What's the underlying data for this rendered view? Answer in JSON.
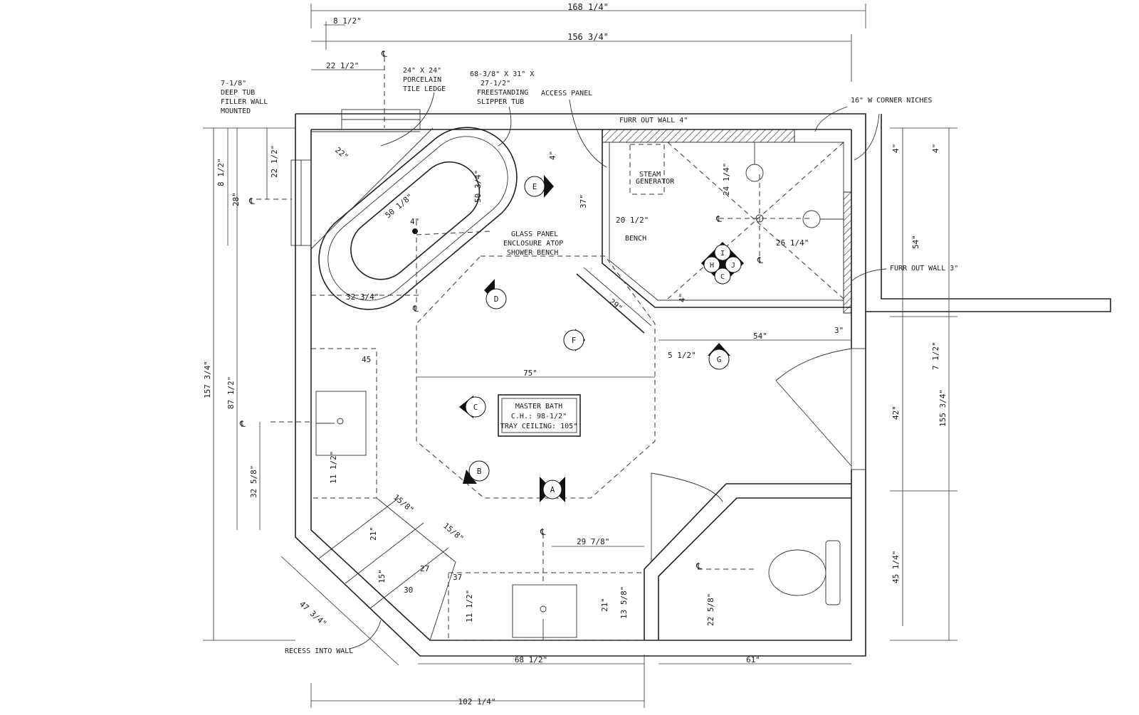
{
  "dimensions": {
    "top_overall": "168 1/4\"",
    "top_left_small": "8 1/2\"",
    "top_inner": "156 3/4\"",
    "top_tub_offset": "22 1/2\"",
    "left_tub_top": "8 1/2\"",
    "left_tub_28": "28\"",
    "left_tub_22": "22 1/2\"",
    "left_overall": "157 3/4\"",
    "left_mid": "87 1/2\"",
    "left_sink": "32 5/8\"",
    "tub_len": "50 1/8\"",
    "tub_width": "50 3/4\"",
    "tub_diag": "32 3/4\"",
    "tub_4": "4\"",
    "tub_angle_small": "22\"",
    "bench_width": "20 1/2\"",
    "bench_depth": "37\"",
    "shower_head_drop": "24 1/4\"",
    "shower_side": "26 1/4\"",
    "shower_4_top": "4\"",
    "glass_29": "29\"",
    "shower_54": "54\"",
    "shower_3": "3\"",
    "door_5": "5 1/2\"",
    "center_75": "75\"",
    "right_overall": "155 3/4\"",
    "right_54": "54\"",
    "right_4a": "4\"",
    "right_4b": "4\"",
    "right_7": "7 1/2\"",
    "right_42": "42\"",
    "right_45": "45 1/4\"",
    "vanity_left_11": "11 1/2\"",
    "vanity_left_45": "45",
    "corner_15a": "15/8\"",
    "corner_15b": "15/8\"",
    "corner_21": "21\"",
    "corner_15": "15\"",
    "corner_27": "27",
    "corner_30": "30",
    "corner_37": "37",
    "corner_diag": "47 3/4\"",
    "sink2_29": "29 7/8\"",
    "sink2_11": "11 1/2\"",
    "sink2_21": "21\"",
    "sink2_13": "13 5/8\"",
    "wc_22": "22 5/8\"",
    "bottom_68": "68 1/2\"",
    "bottom_61": "61\"",
    "bottom_102": "102 1/4\""
  },
  "labels": {
    "tub_filler": [
      "7-1/8\"",
      "DEEP TUB",
      "FILLER WALL",
      "MOUNTED"
    ],
    "ledge": [
      "24\" X 24\"",
      "PORCELAIN",
      "TILE LEDGE"
    ],
    "slipper_tub": [
      "68-3/8\" X 31\" X",
      "27-1/2\"",
      "FREESTANDING",
      "SLIPPER TUB"
    ],
    "access_panel": "ACCESS PANEL",
    "furr_out_4": "FURR OUT WALL 4\"",
    "corner_niches": "16\" W CORNER NICHES",
    "furr_out_3": "FURR OUT WALL 3\"",
    "glass_panel": [
      "GLASS PANEL",
      "ENCLOSURE ATOP",
      "SHOWER BENCH"
    ],
    "bench": "BENCH",
    "bench_shelf": [
      "STEAM",
      "GENERATOR"
    ],
    "recess": "RECESS INTO WALL",
    "centerline": "℄",
    "room": [
      "MASTER BATH",
      "C.H.: 98-1/2\"",
      "TRAY CEILING: 105\""
    ]
  },
  "markers": {
    "A": "A",
    "B": "B",
    "C": "C",
    "D": "D",
    "E": "E",
    "F": "F",
    "G": "G",
    "H": "H",
    "I": "I",
    "J": "J",
    "K": "C"
  }
}
